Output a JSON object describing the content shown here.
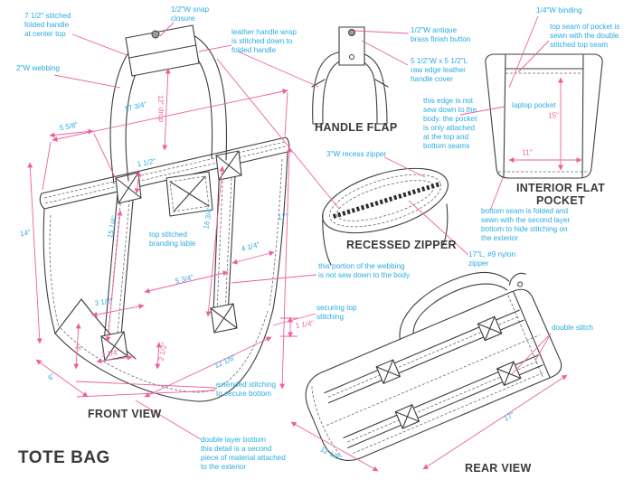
{
  "title": "TOTE BAG",
  "colors": {
    "annotation_cyan": "#29ABE2",
    "dimension_pink": "#EE5F9F",
    "line_ink": "#3D3D3D",
    "title_gray": "#3A3A3A"
  },
  "views": {
    "front": {
      "label": "FRONT VIEW"
    },
    "handle_flap": {
      "label": "HANDLE FLAP"
    },
    "recessed_zipper": {
      "label": "RECESSED ZIPPER"
    },
    "interior_pocket": {
      "label": "INTERIOR FLAT\nPOCKET"
    },
    "rear": {
      "label": "REAR VIEW"
    }
  },
  "annotations": {
    "handle_fold": "7 1/2\" stitched\nfolded handle\nat center top",
    "snap_closure": "1/2\"W snap\nclosure",
    "webbing": "2\"W webbing",
    "leather_wrap": "leather handle wrap\nis stitched down to\nfolded handle",
    "brass_button": "1/2\"W antique\nbrass finish button",
    "leather_cover": "5 1/2\"W x 5 1/2\"L\nraw edge leather\nhandle cover",
    "binding": "1/4\"W binding",
    "top_seam": "top seam of pocket is\nsewn with the double\nstitched top seam",
    "edge_note": "this edge is not\nsew down to the\nbody. the pocket\nis only attached\nat the top and\nbottom seams",
    "laptop_pocket": "laptop pocket",
    "recess_zipper_note": "3\"W recess zipper",
    "bottom_seam_note": "bottom seam is folded and\nsewn with the second layer\nbottom to hide stitching on\nthe exterior",
    "nylon_zipper": "17\"L, #9 nylon\nzipper",
    "webbing_note": "this portion of the webbing\nis not sew down to the body",
    "securing_stitch": "securing top\nstitching",
    "branding_label": "top stitched\nbranding lable",
    "extended_stitch": "extended stitching\nto secure bottom",
    "double_bottom": "double layer bottom\nthis detail is a second\npiece of material attached\nto the exterior",
    "double_stitch": "double stitch"
  },
  "dimensions": {
    "front": {
      "top_width": "17 3/4\"",
      "left_offset": "5 5/8\"",
      "handle_drop": "12\" drop",
      "strap_left": "15 1/4\"",
      "strap_right": "16 3/4\"",
      "height_right": "17\"",
      "height_left": "14\"",
      "top_corner": "4 1/4\"",
      "strap_gap": "5 3/4\"",
      "strap_inset": "3 1/2\"",
      "rim_height": "1 1/2\"",
      "corner_height": "3\"",
      "patch_offset": "3 1/4\"",
      "patch_height": "2 1/2\"",
      "depth": "6\"",
      "bottom_width": "12 1/8\"",
      "stitch_height": "1 1/4\""
    },
    "pocket": {
      "height": "15\"",
      "width": "11\""
    },
    "rear": {
      "length": "17\"",
      "width": "12 1/8\""
    }
  }
}
